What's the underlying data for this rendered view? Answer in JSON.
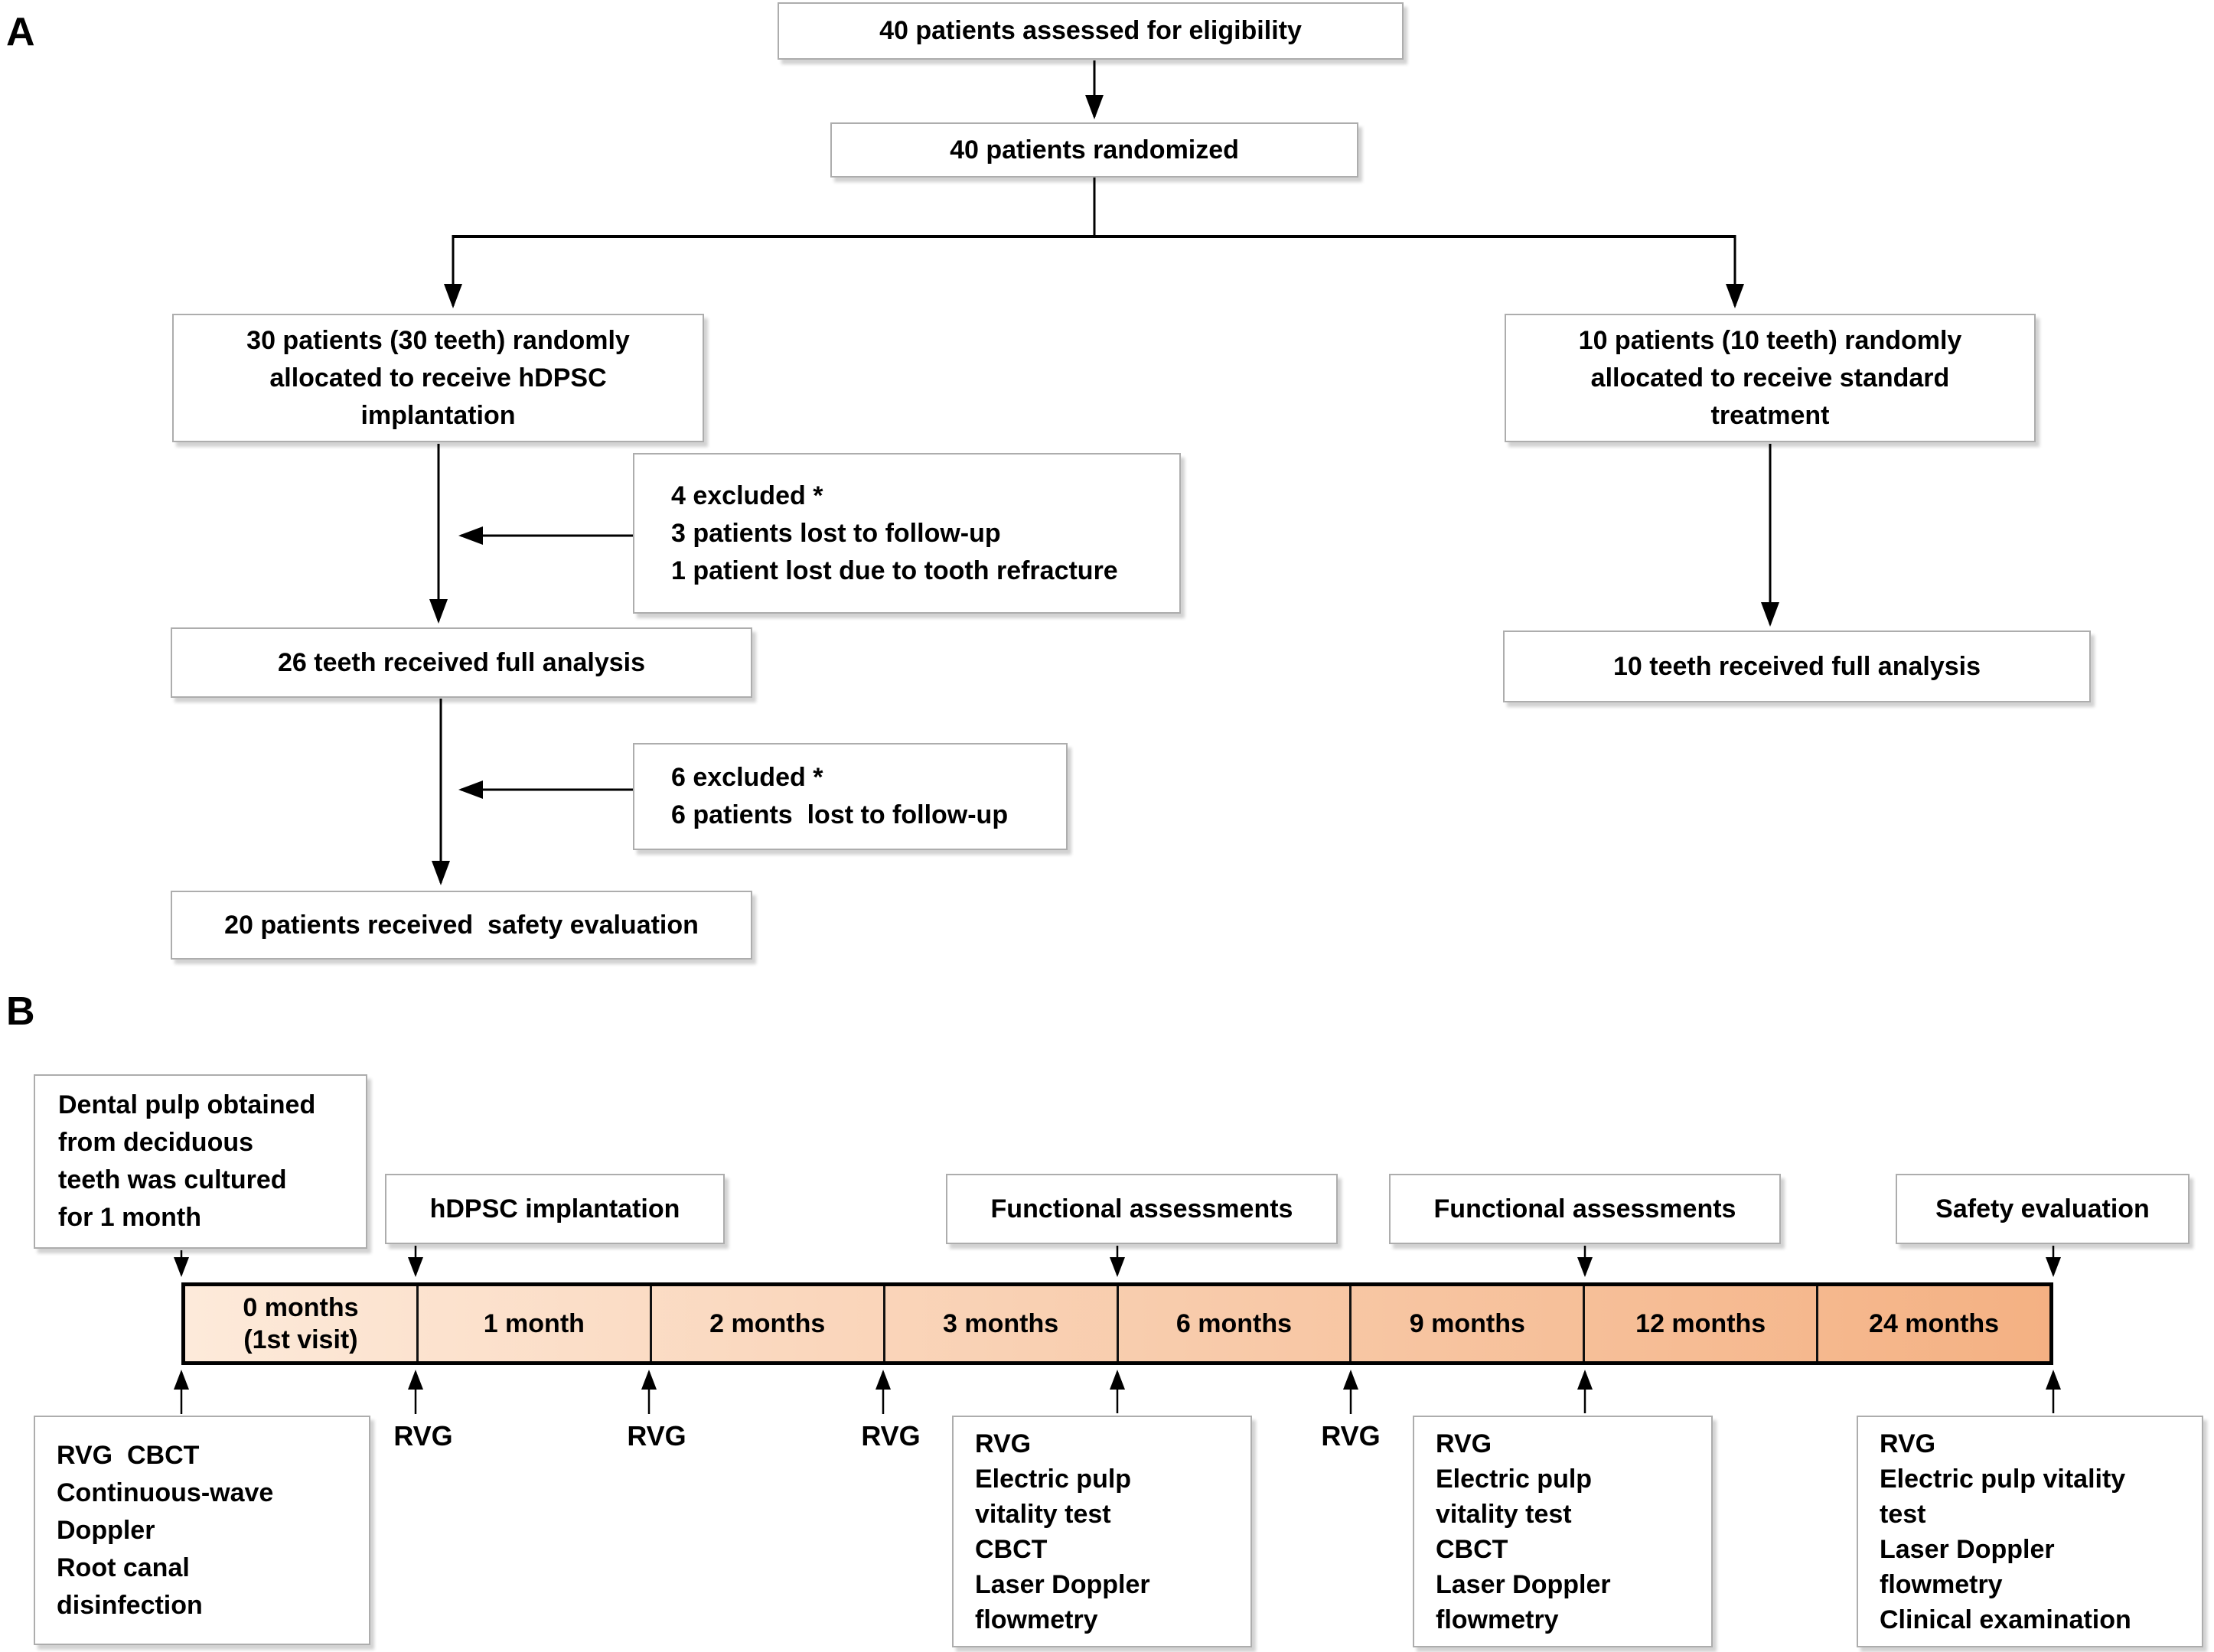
{
  "colors": {
    "bar_gradient_start": "#fdeada",
    "bar_gradient_end": "#f4b183",
    "box_border": "#adadad",
    "line_color": "#000000"
  },
  "panel_a": {
    "label": "A",
    "eligibility": "40 patients assessed for eligibility",
    "randomized": "40 patients randomized",
    "alloc_hdpsc": [
      "30 patients (30 teeth) randomly",
      "allocated to receive hDPSC",
      "implantation"
    ],
    "alloc_standard": [
      "10 patients (10 teeth) randomly",
      "allocated to receive standard",
      "treatment"
    ],
    "exclusion1": [
      "4 excluded *",
      "3 patients lost to follow-up",
      "1 patient lost due to tooth refracture"
    ],
    "full_analysis_hdpsc": "26 teeth received full analysis",
    "exclusion2": [
      "6 excluded *",
      "6 patients  lost to follow-up"
    ],
    "safety_evaluation": "20 patients received  safety evaluation",
    "full_analysis_standard": "10 teeth received full analysis"
  },
  "panel_b": {
    "label": "B",
    "dental_pulp": [
      "Dental pulp obtained",
      "from deciduous",
      "teeth was cultured",
      "for 1 month"
    ],
    "hdpsc_implantation": "hDPSC implantation",
    "functional_assessments_1": "Functional assessments",
    "functional_assessments_2": "Functional assessments",
    "safety_evaluation": "Safety evaluation",
    "timeline_segments": [
      [
        "0 months",
        "(1st visit)"
      ],
      [
        "1 month"
      ],
      [
        "2 months"
      ],
      [
        "3 months"
      ],
      [
        "6 months"
      ],
      [
        "9 months"
      ],
      [
        "12 months"
      ],
      [
        "24 months"
      ]
    ],
    "rvg_labels": [
      "RVG",
      "RVG",
      "RVG",
      "RVG"
    ],
    "baseline_box": [
      "RVG  CBCT",
      "Continuous-wave",
      "Doppler",
      "Root canal",
      "disinfection"
    ],
    "assessment_box_3m": [
      "RVG",
      "Electric pulp",
      "vitality test",
      "CBCT",
      "Laser Doppler",
      "flowmetry"
    ],
    "assessment_box_9m": [
      "RVG",
      "Electric pulp",
      "vitality test",
      "CBCT",
      "Laser Doppler",
      "flowmetry"
    ],
    "assessment_box_24m": [
      "RVG",
      "Electric pulp vitality",
      "test",
      "Laser Doppler",
      "flowmetry",
      "Clinical examination"
    ]
  }
}
